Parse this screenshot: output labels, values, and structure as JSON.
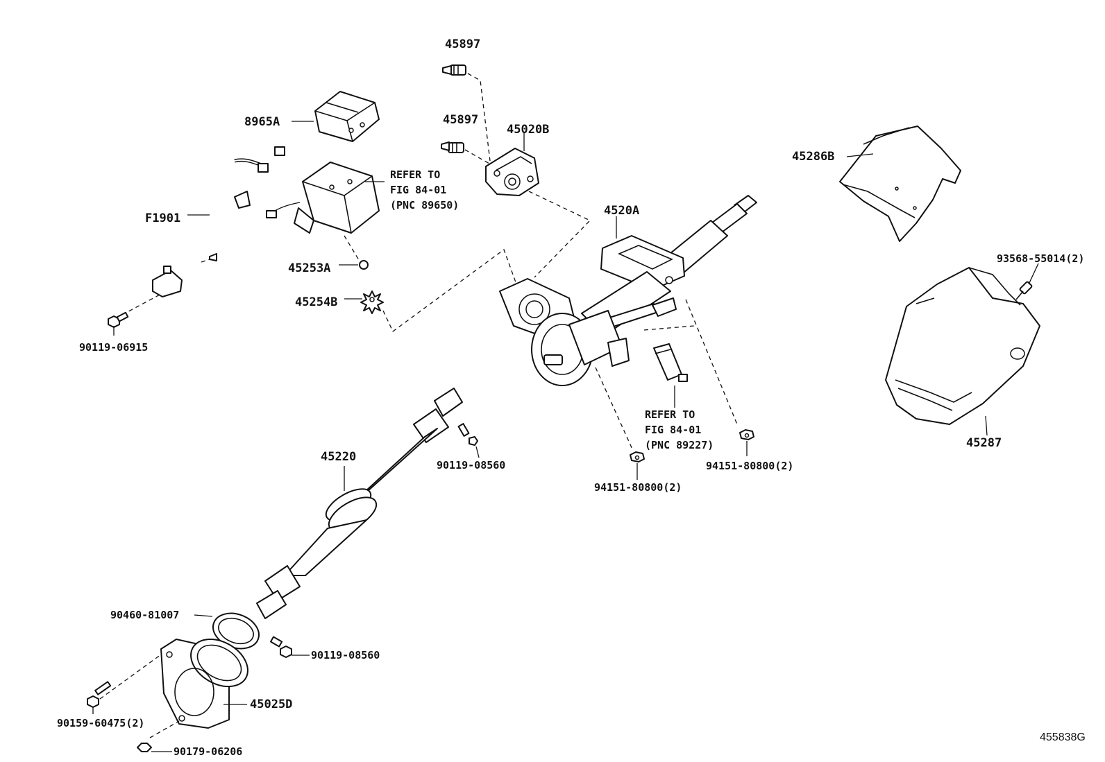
{
  "figure": {
    "id": "455838G",
    "callouts": {
      "p45897_top": "45897",
      "p45897_mid": "45897",
      "p8965A": "8965A",
      "p45020B": "45020B",
      "p45286B": "45286B",
      "p4520A": "4520A",
      "pF1901": "F1901",
      "p45253A": "45253A",
      "p45254B": "45254B",
      "p90119_06915": "90119-06915",
      "p93568_55014": "93568-55014(2)",
      "p45220": "45220",
      "p90119_08560_a": "90119-08560",
      "p94151_80800_a": "94151-80800(2)",
      "p94151_80800_b": "94151-80800(2)",
      "p45287": "45287",
      "p90460_81007": "90460-81007",
      "p90119_08560_b": "90119-08560",
      "p45025D": "45025D",
      "p90159_60475": "90159-60475(2)",
      "p90179_06206": "90179-06206"
    },
    "refer_notes": {
      "note1": {
        "line1": "REFER TO",
        "line2": "FIG 84-01",
        "line3": "(PNC 89650)"
      },
      "note2": {
        "line1": "REFER TO",
        "line2": "FIG 84-01",
        "line3": "(PNC 89227)"
      }
    }
  }
}
